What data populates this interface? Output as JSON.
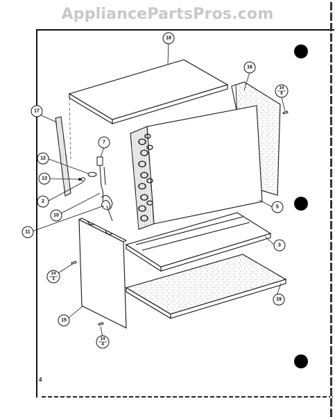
{
  "watermark": "AppliancePartsPros.com",
  "page_number": "4",
  "callouts": {
    "c18": "18",
    "c16": "16",
    "c17": "17",
    "c7": "7",
    "c12": "12",
    "c13": "13",
    "c2": "2",
    "c10": "10",
    "c11": "11",
    "c5": "5",
    "c3": "3",
    "c19": "19",
    "c15": "15"
  },
  "fraction_callouts": {
    "f_top_right": {
      "num": "14",
      "den": "6"
    },
    "f_left": {
      "num": "14",
      "den": "3"
    },
    "f_bottom": {
      "num": "14",
      "den": "4"
    }
  }
}
